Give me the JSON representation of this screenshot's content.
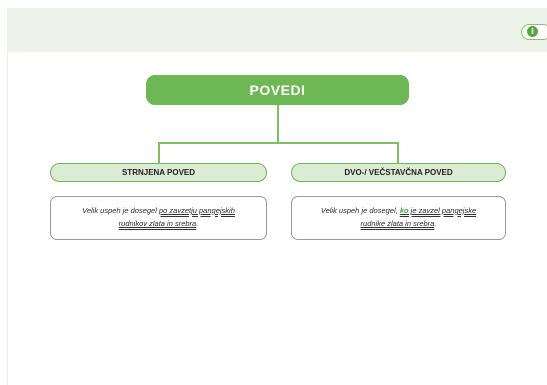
{
  "colors": {
    "root": "#6db755",
    "branch_fill": "#dcebd3",
    "branch_border": "#6db755",
    "connector": "#7fbf64",
    "header_band": "#eef3ea",
    "highlight": "#3fa53f"
  },
  "info_icon": "info-icon",
  "root": {
    "label": "POVEDI"
  },
  "branches": [
    {
      "label": "STRNJENA POVED",
      "example": {
        "line1_plain": "Velik uspeh je dosegel ",
        "line1_underlined": "po zavzetju pangejskih",
        "line2_underlined": "rudnikov zlata in srebra",
        "line2_end": "."
      }
    },
    {
      "label": "DVO-/ VEČSTAVČNA POVED",
      "example": {
        "line1_plain": "Velik uspeh je dosegel, ",
        "line1_highlight": "ko",
        "line1_underlined": " je zavzel pangejske",
        "line2_underlined": "rudnike zlata in srebra",
        "line2_end": "."
      }
    }
  ]
}
